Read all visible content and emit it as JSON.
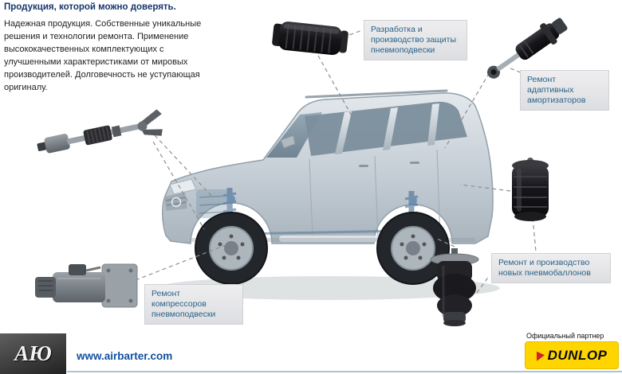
{
  "header": {
    "title": "Продукция, которой можно доверять.",
    "paragraph": "Надежная продукция. Собственные уникальные решения и технологии ремонта. Применение высококачественных комплектующих с улучшенными характеристиками от мировых производителей. Долговечность не уступающая оригиналу."
  },
  "callouts": {
    "protection": "Разработка и производство защиты пневмоподвески",
    "dampers": "Ремонт адаптивных амортизаторов",
    "airsprings": "Ремонт и производство новых пневмобаллонов",
    "compressors": "Ремонт компрессоров пневмоподвески"
  },
  "parts": {
    "steering_rack": "steering-rack-photo",
    "compressor": "suspension-compressor-photo",
    "protection_sleeve": "air-suspension-protection-sleeve-photo",
    "shock_absorber": "adaptive-shock-absorber-photo",
    "air_spring": "air-spring-photo",
    "air_bellows": "air-bellows-photo",
    "car": "transparent-suv-illustration"
  },
  "footer": {
    "logo_text": "АЮ",
    "website": "www.airbarter.com",
    "partner_label": "Официальный партнер",
    "partner_brand": "DUNLOP"
  },
  "colors": {
    "title_blue": "#16366b",
    "label_text_blue": "#2a6186",
    "label_bg": "#e7e8ea",
    "website_blue": "#10509e",
    "dunlop_yellow": "#ffd500",
    "dunlop_red": "#d42027"
  }
}
